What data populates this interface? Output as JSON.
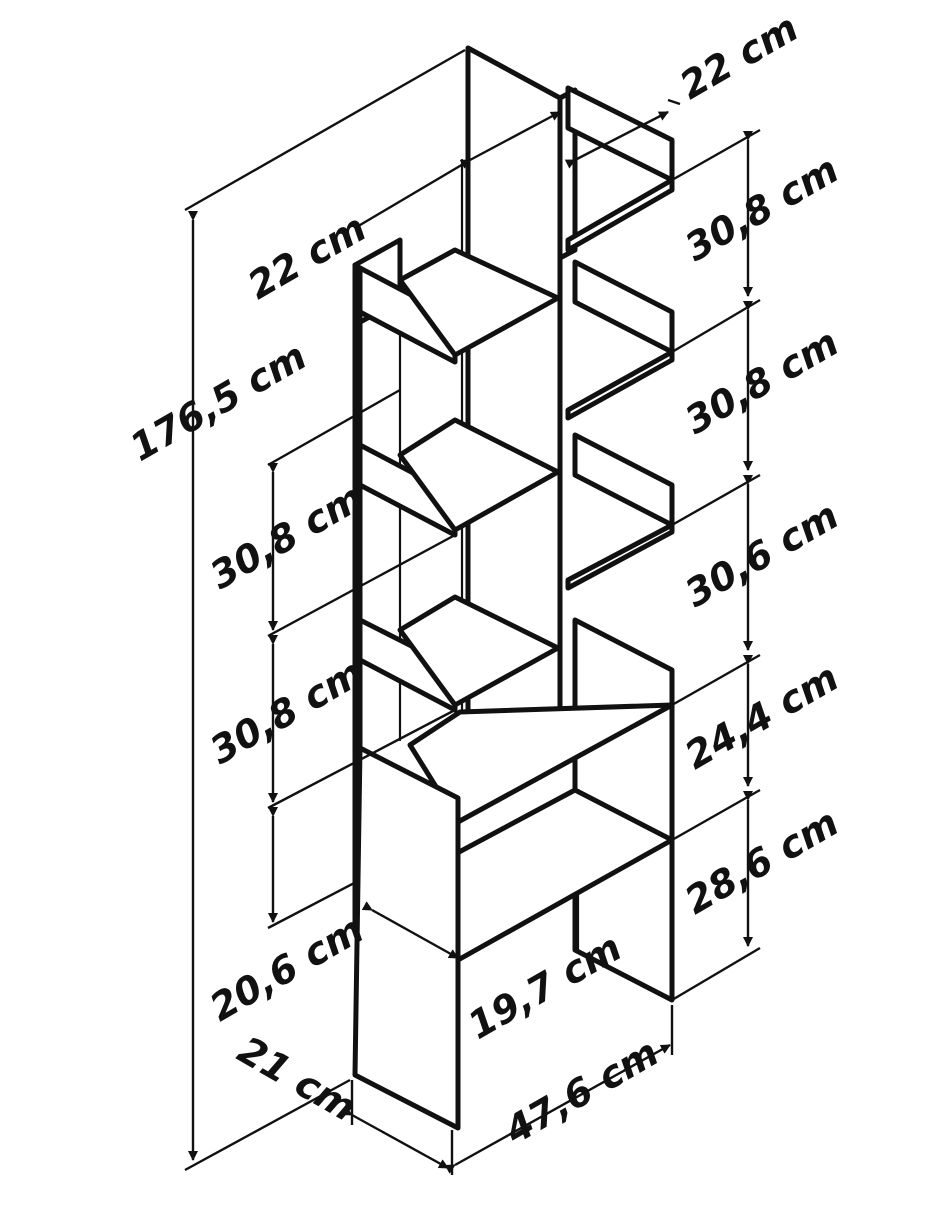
{
  "diagram": {
    "labels": {
      "height_total": "176,5 cm",
      "top_depth_left": "22 cm",
      "top_depth_right": "22 cm",
      "right_1": "30,8 cm",
      "right_2": "30,8 cm",
      "right_3": "30,6 cm",
      "right_4": "24,4 cm",
      "right_5": "28,6 cm",
      "left_1": "30,8 cm",
      "left_2": "30,8 cm",
      "left_3": "20,6 cm",
      "inner_depth": "19,7 cm",
      "base_depth": "21 cm",
      "width": "47,6 cm"
    }
  }
}
